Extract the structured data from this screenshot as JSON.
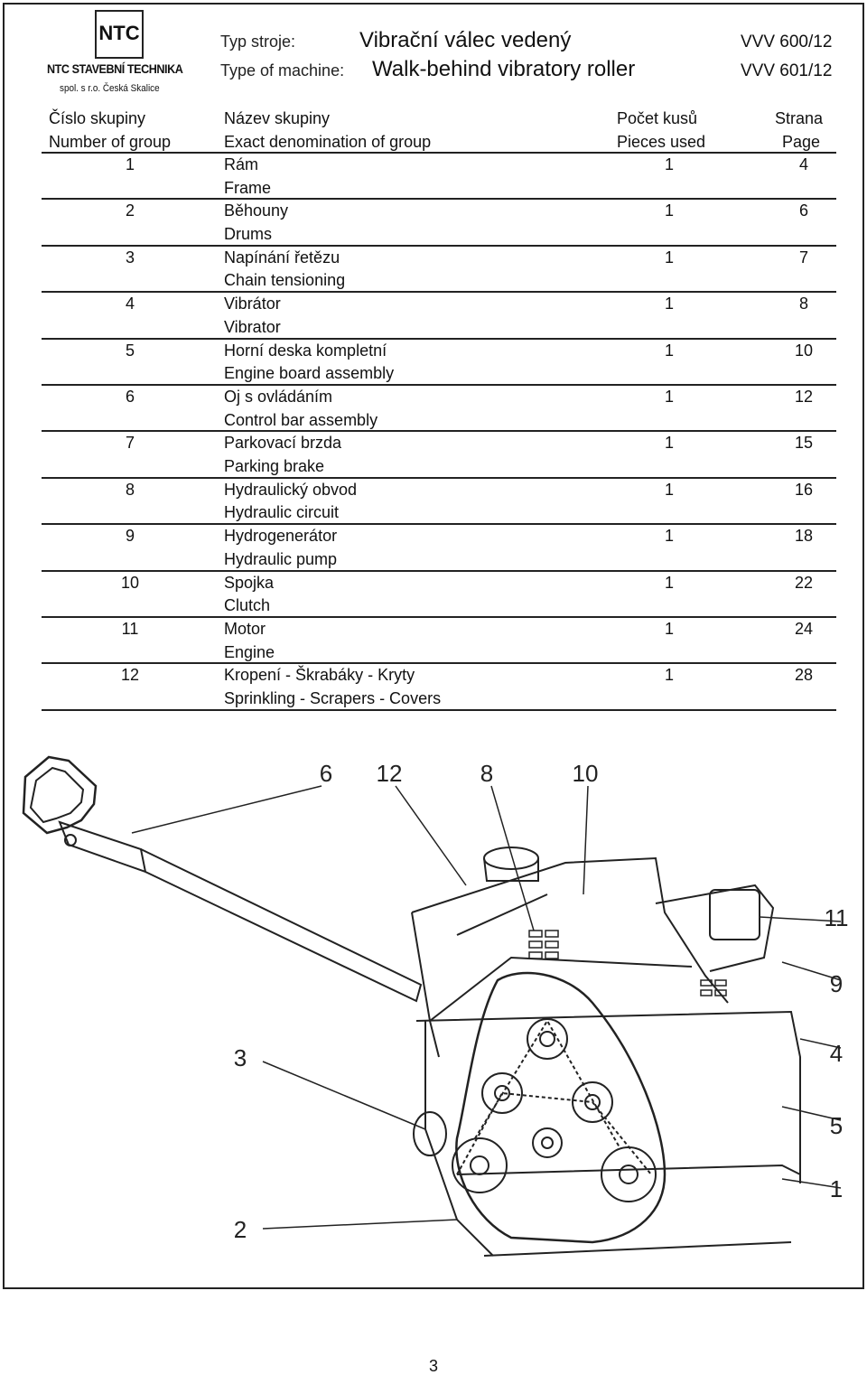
{
  "logo": {
    "mark": "NTC",
    "company": "NTC STAVEBNÍ TECHNIKA",
    "subline": "spol. s r.o.   Česká Skalice"
  },
  "header": {
    "type_label_cz": "Typ stroje:",
    "type_value_cz": "Vibrační válec vedený",
    "code_1": "VVV 600/12",
    "type_label_en": "Type of machine:",
    "type_value_en": "Walk-behind vibratory roller",
    "code_2": "VVV 601/12"
  },
  "table": {
    "columns": {
      "group_cz": "Číslo skupiny",
      "group_en": "Number of group",
      "name_cz": "Název skupiny",
      "name_en": "Exact denomination of group",
      "pieces_cz": "Počet kusů",
      "pieces_en": "Pieces used",
      "page_cz": "Strana",
      "page_en": "Page"
    },
    "rows": [
      {
        "num": "1",
        "cz": "Rám",
        "en": "Frame",
        "pcs": "1",
        "page": "4"
      },
      {
        "num": "2",
        "cz": "Běhouny",
        "en": "Drums",
        "pcs": "1",
        "page": "6"
      },
      {
        "num": "3",
        "cz": "Napínání řetězu",
        "en": "Chain tensioning",
        "pcs": "1",
        "page": "7"
      },
      {
        "num": "4",
        "cz": "Vibrátor",
        "en": "Vibrator",
        "pcs": "1",
        "page": "8"
      },
      {
        "num": "5",
        "cz": "Horní deska kompletní",
        "en": "Engine board assembly",
        "pcs": "1",
        "page": "10"
      },
      {
        "num": "6",
        "cz": "Oj s ovládáním",
        "en": "Control bar assembly",
        "pcs": "1",
        "page": "12"
      },
      {
        "num": "7",
        "cz": "Parkovací brzda",
        "en": "Parking brake",
        "pcs": "1",
        "page": "15"
      },
      {
        "num": "8",
        "cz": "Hydraulický obvod",
        "en": "Hydraulic circuit",
        "pcs": "1",
        "page": "16"
      },
      {
        "num": "9",
        "cz": "Hydrogenerátor",
        "en": "Hydraulic pump",
        "pcs": "1",
        "page": "18"
      },
      {
        "num": "10",
        "cz": "Spojka",
        "en": "Clutch",
        "pcs": "1",
        "page": "22"
      },
      {
        "num": "11",
        "cz": "Motor",
        "en": "Engine",
        "pcs": "1",
        "page": "24"
      },
      {
        "num": "12",
        "cz": "Kropení - Škrabáky - Kryty",
        "en": "Sprinkling - Scrapers - Covers",
        "pcs": "1",
        "page": "28"
      }
    ]
  },
  "drawing": {
    "callouts": [
      "6",
      "12",
      "8",
      "10",
      "11",
      "9",
      "4",
      "5",
      "1",
      "3",
      "2"
    ]
  },
  "page_number": "3"
}
